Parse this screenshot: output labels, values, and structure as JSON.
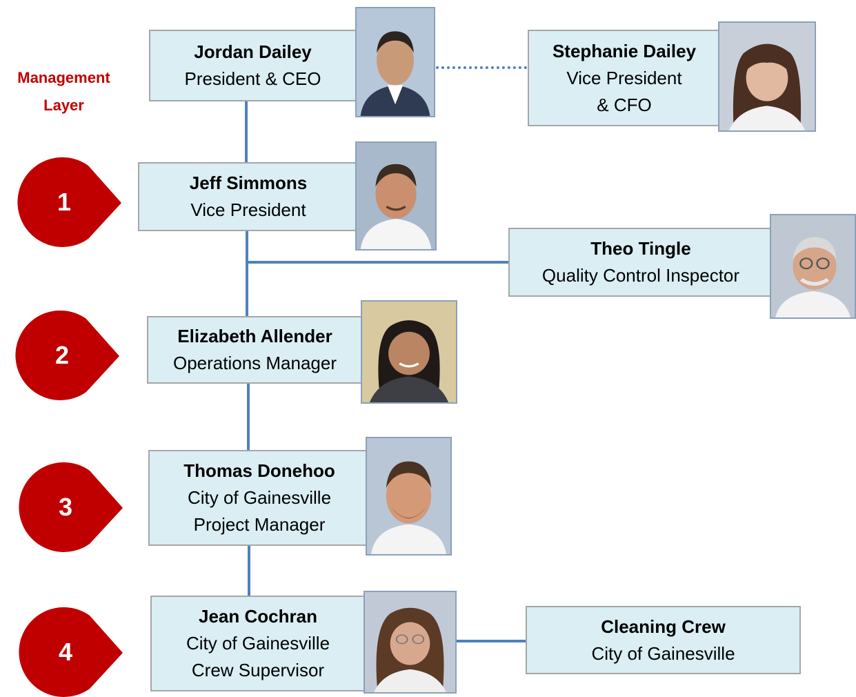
{
  "management_label": "Management Layer",
  "colors": {
    "box_fill": "#daeef3",
    "box_border": "#a6a6a6",
    "connector": "#4f81bd",
    "marker": "#c00000"
  },
  "markers": [
    "1",
    "2",
    "3",
    "4"
  ],
  "people": {
    "jordan": {
      "name": "Jordan Dailey",
      "line1": "President & CEO"
    },
    "stephanie": {
      "name": "Stephanie Dailey",
      "line1": "Vice President",
      "line2": "& CFO"
    },
    "jeff": {
      "name": "Jeff Simmons",
      "line1": "Vice President"
    },
    "theo": {
      "name": "Theo Tingle",
      "line1": "Quality Control Inspector"
    },
    "elizabeth": {
      "name": "Elizabeth Allender",
      "line1": "Operations Manager"
    },
    "thomas": {
      "name": "Thomas Donehoo",
      "line1": "City of Gainesville",
      "line2": "Project Manager"
    },
    "jean": {
      "name": "Jean Cochran",
      "line1": "City of Gainesville",
      "line2": "Crew Supervisor"
    },
    "crew": {
      "name": "Cleaning Crew",
      "line1": "City of Gainesville"
    }
  }
}
